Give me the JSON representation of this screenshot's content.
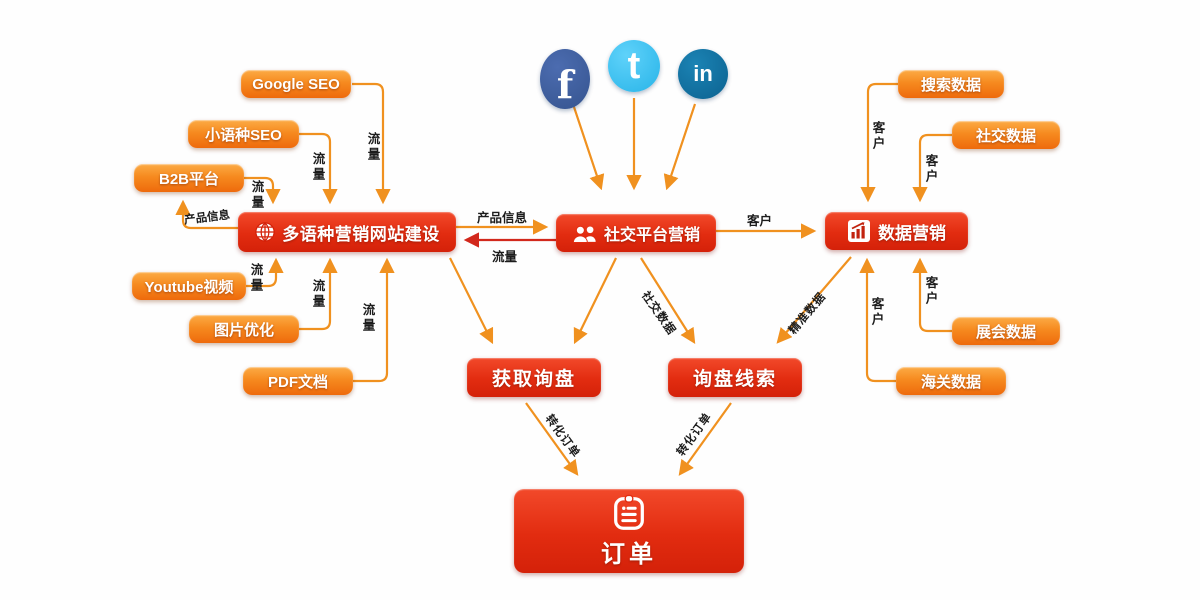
{
  "diagram": {
    "title_none": "",
    "nodes": {
      "google_seo": "Google SEO",
      "minor_lang_seo": "小语种SEO",
      "b2b_platform": "B2B平台",
      "youtube_video": "Youtube视频",
      "image_optimization": "图片优化",
      "pdf_docs": "PDF文档",
      "website": "多语种营销网站建设",
      "social_marketing": "社交平台营销",
      "data_marketing": "数据营销",
      "search_data": "搜索数据",
      "social_data": "社交数据",
      "exhibition_data": "展会数据",
      "customs_data": "海关数据",
      "get_inquiry": "获取询盘",
      "inquiry_leads": "询盘线索",
      "order": "订单"
    },
    "edge_labels": {
      "traffic": "流量",
      "product_info": "产品信息",
      "customer": "客户",
      "social_data": "社交数据",
      "precise_data": "精准数据",
      "convert_order": "转化订单"
    },
    "platform_icons": {
      "facebook_letter": "f",
      "twitter_letter": "t",
      "linkedin_letter": "in"
    },
    "colors": {
      "box_red": "#e22c10",
      "box_orange": "#f68a1f",
      "arrow_orange": "#f0911f",
      "arrow_red": "#d2281c",
      "facebook_blue": "#3b5a9a",
      "twitter_blue": "#35bbec",
      "linkedin_blue": "#0f6e96",
      "label_dark": "#1c1c1c",
      "background": "#fefefe"
    }
  }
}
